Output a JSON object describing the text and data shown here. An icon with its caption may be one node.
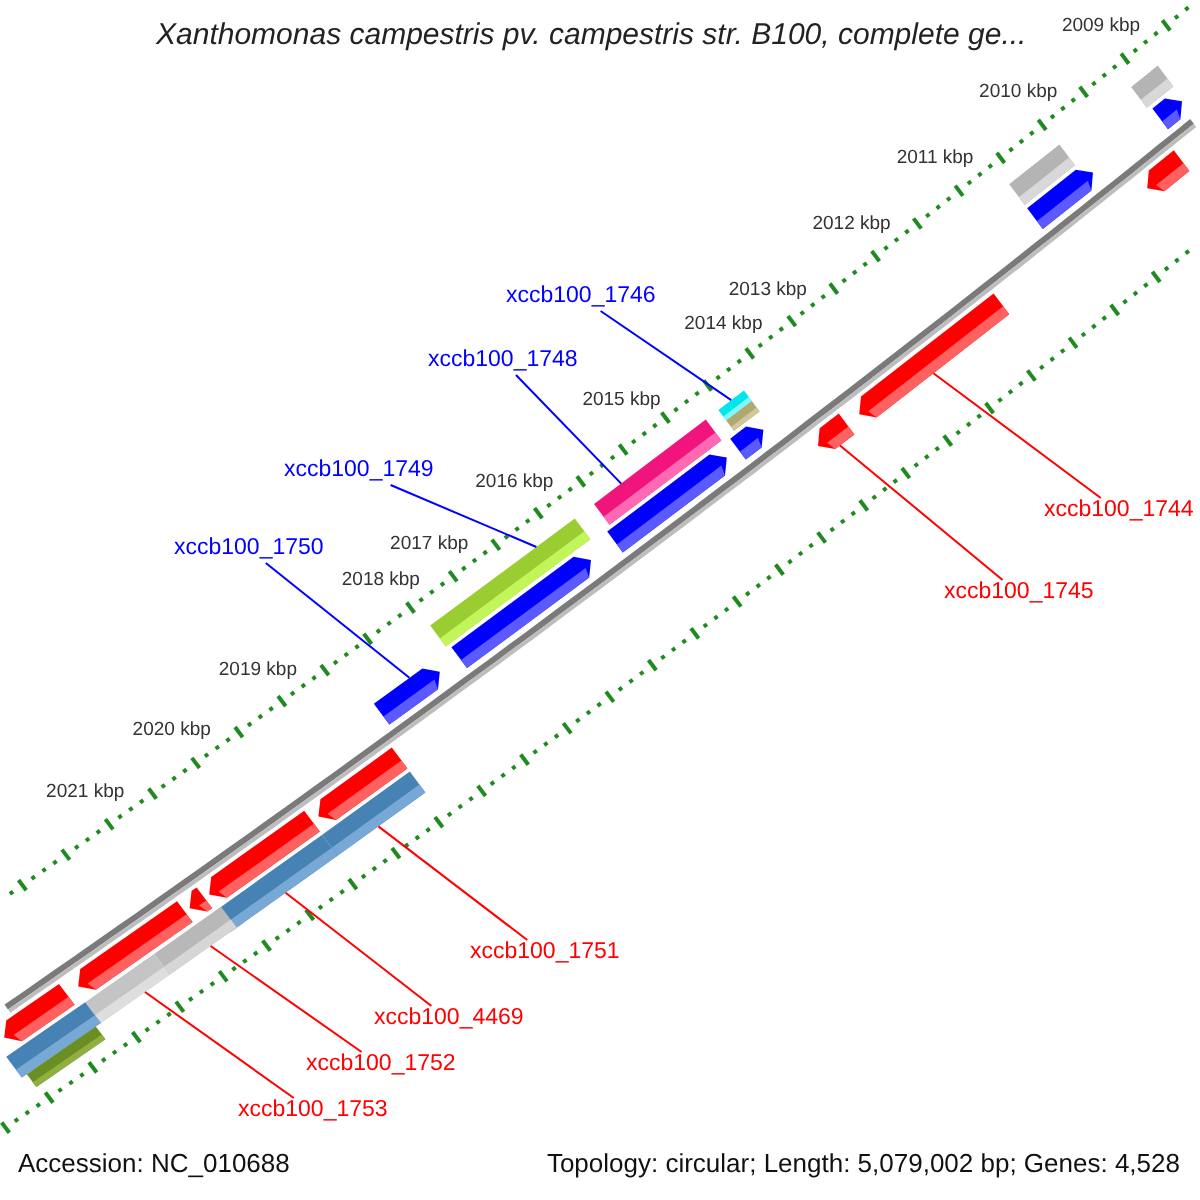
{
  "diagram": {
    "title": "Xanthomonas campestris pv. campestris str. B100, complete ge...",
    "nodes": [
      {
        "text": [
          "xccb100_1746"
        ]
      },
      {
        "text": [
          "xccb100_1748"
        ]
      },
      {
        "text": [
          "xccb100_1749"
        ]
      },
      {
        "text": [
          "xccb100_1750"
        ]
      },
      {
        "text": [
          "xccb100_1744"
        ]
      },
      {
        "text": [
          "xccb100_1745"
        ]
      },
      {
        "text": [
          "xccb100_1751"
        ]
      },
      {
        "text": [
          "xccb100_4469"
        ]
      },
      {
        "text": [
          "xccb100_1752"
        ]
      },
      {
        "text": [
          "xccb100_1753"
        ]
      },
      {
        "text": [],
        "shape": "bar"
      },
      {
        "text": [],
        "shape": "bar"
      },
      {
        "text": [],
        "shape": "bar"
      },
      {
        "text": [],
        "shape": "bar"
      },
      {
        "text": [],
        "shape": "bar"
      },
      {
        "text": [],
        "shape": "bar"
      },
      {
        "text": [],
        "shape": "bar"
      },
      {
        "text": [],
        "shape": "bar"
      },
      {
        "text": [],
        "shape": "bar"
      },
      {
        "text": [],
        "shape": "bar"
      },
      {
        "text": [],
        "shape": "bar"
      },
      {
        "text": [],
        "shape": "bar"
      },
      {
        "text": [],
        "shape": "bar"
      },
      {
        "text": [],
        "shape": "bar"
      },
      {
        "text": [],
        "shape": "bar"
      },
      {
        "text": [],
        "shape": "bar"
      },
      {
        "text": [],
        "shape": "bar"
      },
      {
        "text": [],
        "shape": "bar"
      },
      {
        "text": [],
        "shape": "bar"
      },
      {
        "text": [],
        "shape": "bar"
      },
      {
        "text": [],
        "shape": "bar"
      },
      {
        "text": [],
        "shape": "bar"
      },
      {
        "text": [],
        "shape": "bar"
      },
      {
        "text": [],
        "shape": "bar"
      },
      {
        "text": [],
        "shape": "bar"
      },
      {
        "text": [],
        "shape": "bar"
      }
    ],
    "edges": [
      {
        "from": 0,
        "to": 17,
        "arrow": "none",
        "color": "#0000ff"
      },
      {
        "from": 1,
        "to": 20,
        "arrow": "none",
        "color": "#0000ff"
      },
      {
        "from": 2,
        "to": 22,
        "arrow": "none",
        "color": "#0000ff"
      },
      {
        "from": 3,
        "to": 24,
        "arrow": "none",
        "color": "#0000ff"
      },
      {
        "from": 4,
        "to": 15,
        "arrow": "none"
      },
      {
        "from": 5,
        "to": 16,
        "arrow": "none"
      },
      {
        "from": 6,
        "to": 25,
        "arrow": "none"
      },
      {
        "from": 7,
        "to": 28,
        "arrow": "none"
      },
      {
        "from": 8,
        "to": 30,
        "arrow": "none"
      },
      {
        "from": 9,
        "to": 32,
        "arrow": "none"
      }
    ],
    "labels": [
      "2009 kbp",
      "2010 kbp",
      "2011 kbp",
      "2012 kbp",
      "2013 kbp",
      "2014 kbp",
      "2015 kbp",
      "2016 kbp",
      "2017 kbp",
      "2018 kbp",
      "2019 kbp",
      "2020 kbp",
      "2021 kbp",
      "Accession: NC_010688",
      "Topology: circular; Length: 5,079,002 bp; Genes: 4,528"
    ]
  }
}
